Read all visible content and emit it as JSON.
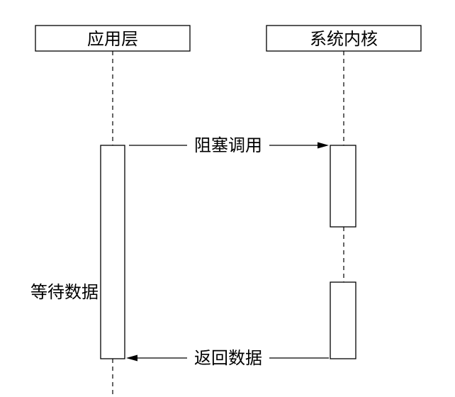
{
  "participants": [
    {
      "label": "应用层"
    },
    {
      "label": "系统内核"
    }
  ],
  "messages": [
    {
      "label": "阻塞调用"
    },
    {
      "label": "返回数据"
    }
  ],
  "notes": [
    {
      "label": "等待数据"
    }
  ],
  "colors": {
    "stroke": "#000000",
    "background": "#ffffff"
  }
}
